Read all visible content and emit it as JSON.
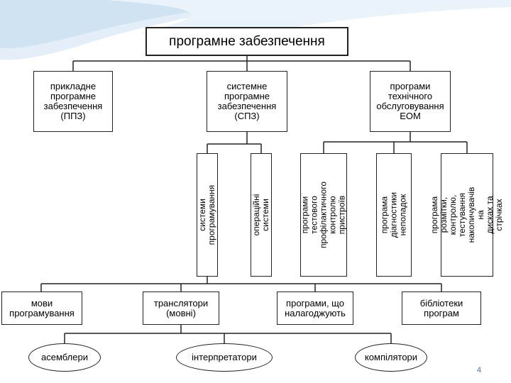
{
  "diagram": {
    "root": "програмне забезпечення",
    "level1": [
      "прикладне\nпрограмне\nзабезпечення\n(ППЗ)",
      "системне\nпрограмне\nзабезпечення\n(СПЗ)",
      "програми\nтехнічного\nобслуговування\nЕОМ"
    ],
    "system_children": [
      "системи програмування",
      "операційні системи"
    ],
    "maintenance_children": [
      "програми тестового\nпрофілактичного\nконтролю пристроїв",
      "програма діагностики\nнеполадок",
      "програма розмітки,\nконтролю, тестування\nнакопичувачів на\nдисках та стрічках"
    ],
    "programming_children": [
      "мови\nпрограмування",
      "транслятори\n(мовні)",
      "програми, що\nналагоджують",
      "бібліотеки\nпрограм"
    ],
    "translators": [
      "асемблери",
      "інтерпретатори",
      "компілятори"
    ]
  },
  "page_number": "4",
  "colors": {
    "accent_wave": "#cfe3f2",
    "line": "#222222",
    "page_number": "#4a6fa5"
  }
}
